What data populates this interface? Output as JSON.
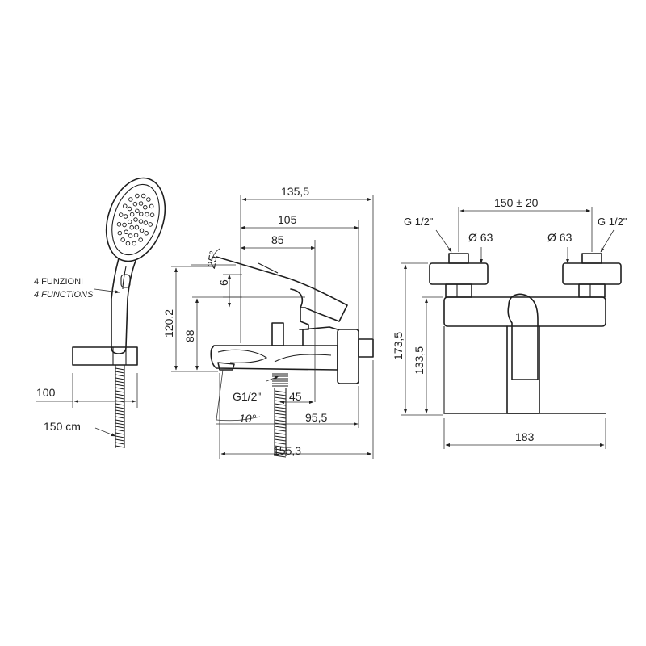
{
  "labels": {
    "hand_functions_it": "4 FUNZIONI",
    "hand_functions_en": "4 FUNCTIONS",
    "hose_length": "150 cm",
    "holder_depth": "100",
    "side_total_depth": "135,5",
    "side_body_depth": "105",
    "side_handle_depth": "85",
    "side_angle_lever": "25°",
    "side_small_offset": "6",
    "side_height_total": "120,2",
    "side_height_body": "88",
    "side_outlet_thread": "G1/2\"",
    "side_outlet_offset": "45",
    "side_spout_angle": "10°",
    "side_spout_reach": "95,5",
    "side_overall_depth": "155,3",
    "front_center_distance": "150 ± 20",
    "front_inlet_left": "G 1/2\"",
    "front_inlet_right": "G 1/2\"",
    "front_flange_left": "Ø 63",
    "front_flange_right": "Ø 63",
    "front_height_total": "173,5",
    "front_height_body": "133,5",
    "front_width": "183"
  }
}
